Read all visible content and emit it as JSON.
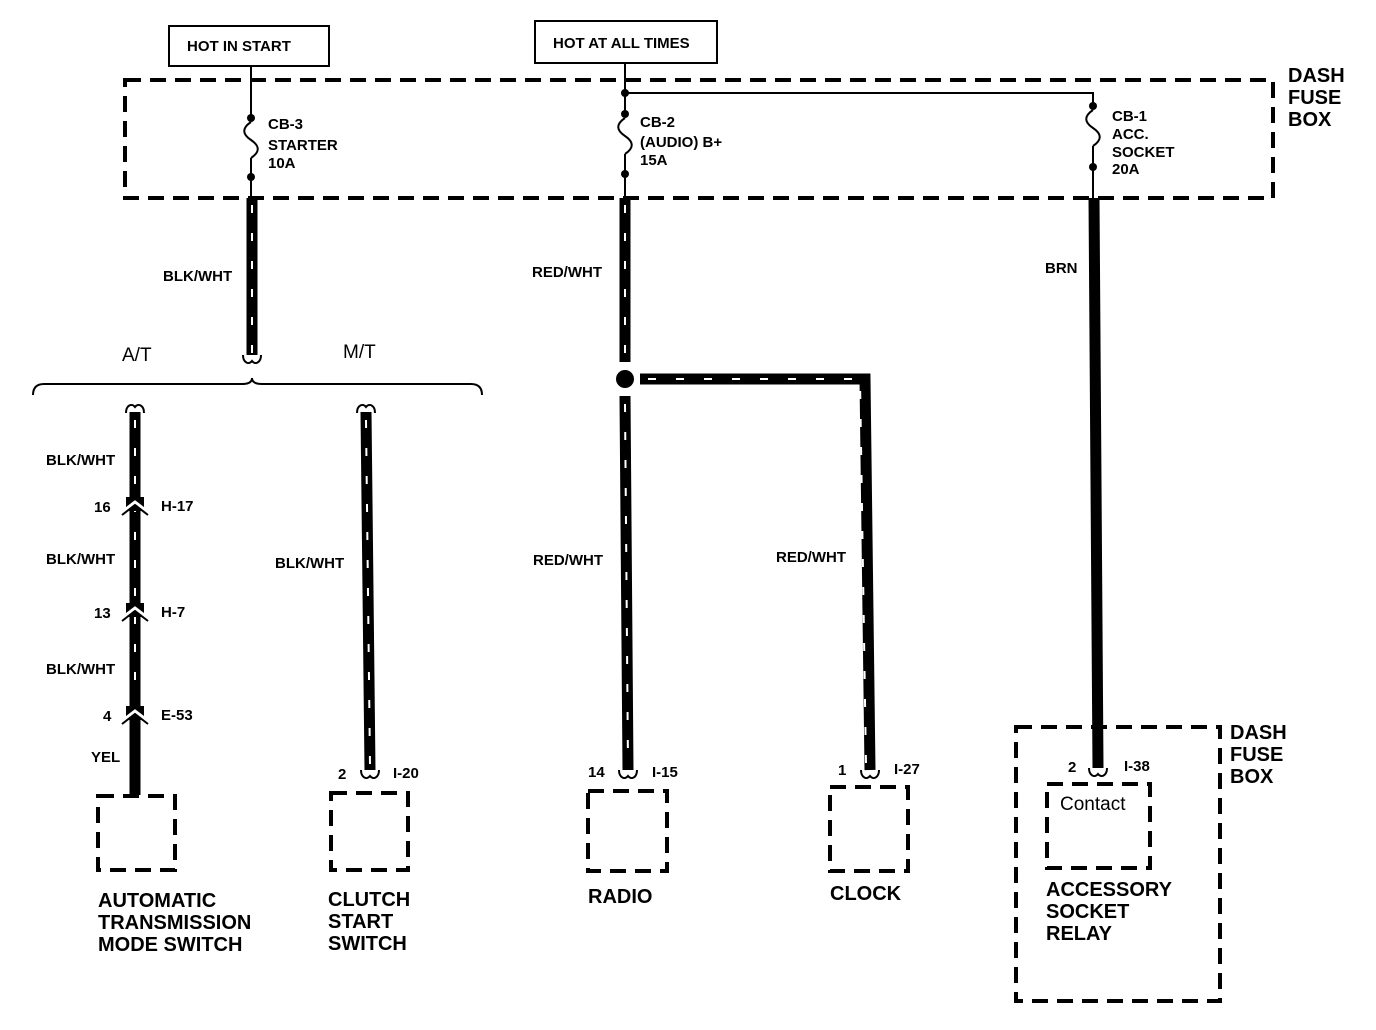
{
  "headers": {
    "hot_in_start": "HOT IN START",
    "hot_at_all_times": "HOT AT ALL TIMES"
  },
  "fuse_box_top": [
    "DASH",
    "FUSE",
    "BOX"
  ],
  "fuse_box_relay": [
    "DASH",
    "FUSE",
    "BOX"
  ],
  "breakers": {
    "cb3": [
      "CB-3",
      "STARTER",
      "10A"
    ],
    "cb2": [
      "CB-2",
      "(AUDIO) B+",
      "15A"
    ],
    "cb1": [
      "CB-1",
      "ACC.",
      "SOCKET",
      "20A"
    ]
  },
  "wires": {
    "starter_feed": "BLK/WHT",
    "audio_feed": "RED/WHT",
    "socket_feed": "BRN",
    "at_1": "BLK/WHT",
    "at_2": "BLK/WHT",
    "at_3": "BLK/WHT",
    "at_yel": "YEL",
    "mt": "BLK/WHT",
    "radio": "RED/WHT",
    "clock": "RED/WHT"
  },
  "branches": {
    "at": "A/T",
    "mt": "M/T"
  },
  "connectors": {
    "h17": {
      "pin": "16",
      "id": "H-17"
    },
    "h7": {
      "pin": "13",
      "id": "H-7"
    },
    "e53": {
      "pin": "4",
      "id": "E-53"
    },
    "i20": {
      "pin": "2",
      "id": "I-20"
    },
    "i15": {
      "pin": "14",
      "id": "I-15"
    },
    "i27": {
      "pin": "1",
      "id": "I-27"
    },
    "i38": {
      "pin": "2",
      "id": "I-38"
    }
  },
  "components": {
    "at_switch": [
      "AUTOMATIC",
      "TRANSMISSION",
      "MODE SWITCH"
    ],
    "clutch_switch": [
      "CLUTCH",
      "START",
      "SWITCH"
    ],
    "radio": "RADIO",
    "clock": "CLOCK",
    "relay_contact": "Contact",
    "relay": [
      "ACCESSORY",
      "SOCKET",
      "RELAY"
    ]
  }
}
